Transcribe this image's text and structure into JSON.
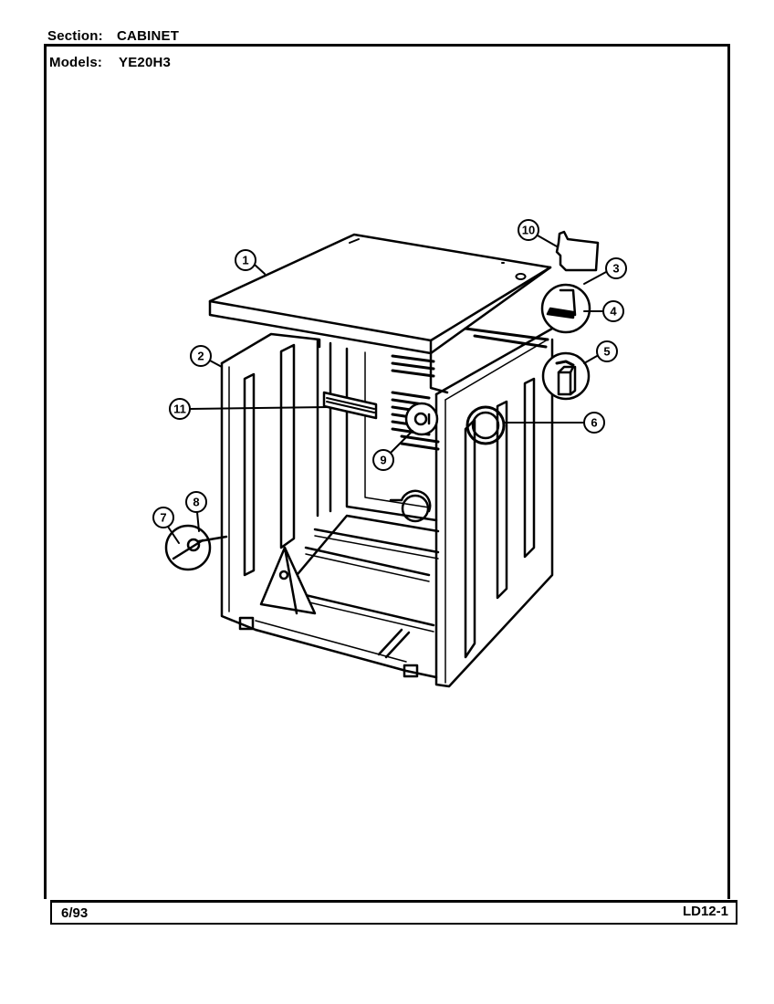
{
  "header": {
    "section_label": "Section:",
    "section_value": "CABINET",
    "models_label": "Models:",
    "models_value": "YE20H3"
  },
  "footer": {
    "date": "6/93",
    "code": "LD12-1"
  },
  "diagram": {
    "subject": "Dryer cabinet exploded view",
    "callouts": [
      {
        "id": "1",
        "label": "1",
        "part": "top-panel"
      },
      {
        "id": "2",
        "label": "2",
        "part": "cabinet"
      },
      {
        "id": "3",
        "label": "3",
        "part": "switch-bracket"
      },
      {
        "id": "4",
        "label": "4",
        "part": "switch"
      },
      {
        "id": "5",
        "label": "5",
        "part": "clip"
      },
      {
        "id": "6",
        "label": "6",
        "part": "front-bearing-opening"
      },
      {
        "id": "7",
        "label": "7",
        "part": "screw"
      },
      {
        "id": "8",
        "label": "8",
        "part": "grommet"
      },
      {
        "id": "9",
        "label": "9",
        "part": "rear-fastener"
      },
      {
        "id": "10",
        "label": "10",
        "part": "cover-plate"
      },
      {
        "id": "11",
        "label": "11",
        "part": "drum-support-rail"
      }
    ],
    "colors": {
      "ink": "#000000",
      "paper": "#ffffff"
    }
  }
}
